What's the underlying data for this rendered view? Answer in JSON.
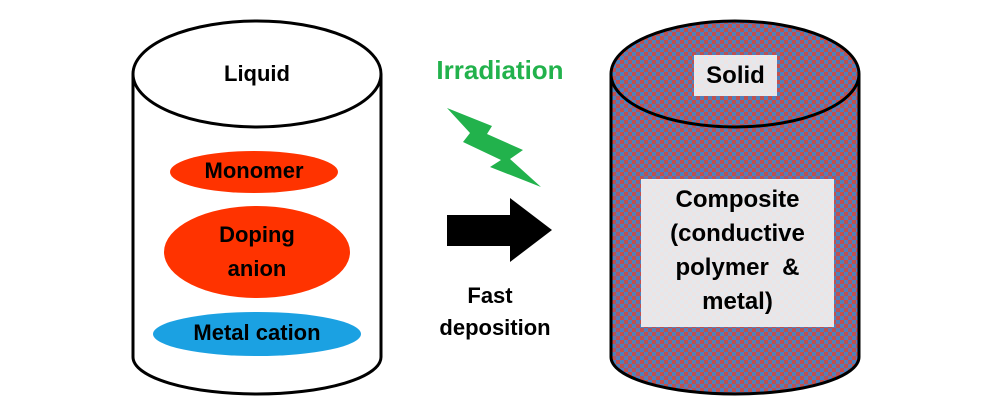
{
  "liquid_container": {
    "label": "Liquid",
    "components": [
      {
        "label": "Monomer",
        "color": "#ff3300"
      },
      {
        "label_line1": "Doping",
        "label_line2": "anion",
        "color": "#ff3300"
      },
      {
        "label": "Metal cation",
        "color": "#1ba1e2"
      }
    ]
  },
  "process": {
    "irradiation_label": "Irradiation",
    "irradiation_color": "#22b24c",
    "arrow_icon": "right-arrow-icon",
    "lightning_icon": "lightning-bolt-icon",
    "deposition_line1": "Fast",
    "deposition_line2": "deposition"
  },
  "solid_container": {
    "label": "Solid",
    "fill_colors": [
      "#c0504d",
      "#4f81bd"
    ],
    "composite_lines": [
      "Composite",
      "(conductive",
      "polymer  &",
      "metal)"
    ]
  }
}
